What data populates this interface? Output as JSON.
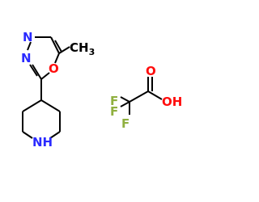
{
  "molecules": [
    {
      "name_role": "main-compound",
      "labels": {
        "n1": "N",
        "n2": "N",
        "o": "O",
        "methyl": "CH",
        "methyl_sub": "3",
        "amine": "NH"
      }
    },
    {
      "name_role": "counter-ion",
      "labels": {
        "o_carbonyl": "O",
        "oh": "OH",
        "f1": "F",
        "f2": "F",
        "f3": "F"
      }
    }
  ],
  "colors": {
    "bond": "#000000",
    "nitrogen": "#2A2AFF",
    "oxygen": "#FF0D0D",
    "fluorine": "#90B040"
  }
}
